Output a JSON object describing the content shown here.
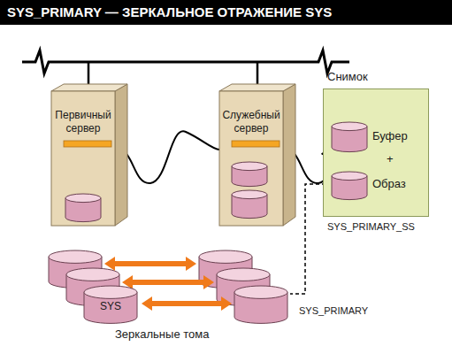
{
  "diagram": {
    "title": "SYS_PRIMARY — ЗЕРКАЛЬНОЕ ОТРАЖЕНИЕ SYS",
    "nodes": [
      {
        "text": [
          "Первичный сервер"
        ]
      },
      {
        "text": [
          "Служебный сервер"
        ]
      },
      {
        "text": [
          "Снимок",
          "Буфер",
          "+",
          "Образ",
          "SYS_PRIMARY_SS"
        ]
      },
      {
        "text": [
          "SYS"
        ]
      }
    ],
    "edges": [
      {
        "from": 0,
        "to": 1,
        "arrow": "none"
      },
      {
        "from": 1,
        "to": 2,
        "arrow": "none"
      }
    ],
    "labels": [
      "Зеркальные тома",
      "SYS_PRIMARY"
    ]
  }
}
